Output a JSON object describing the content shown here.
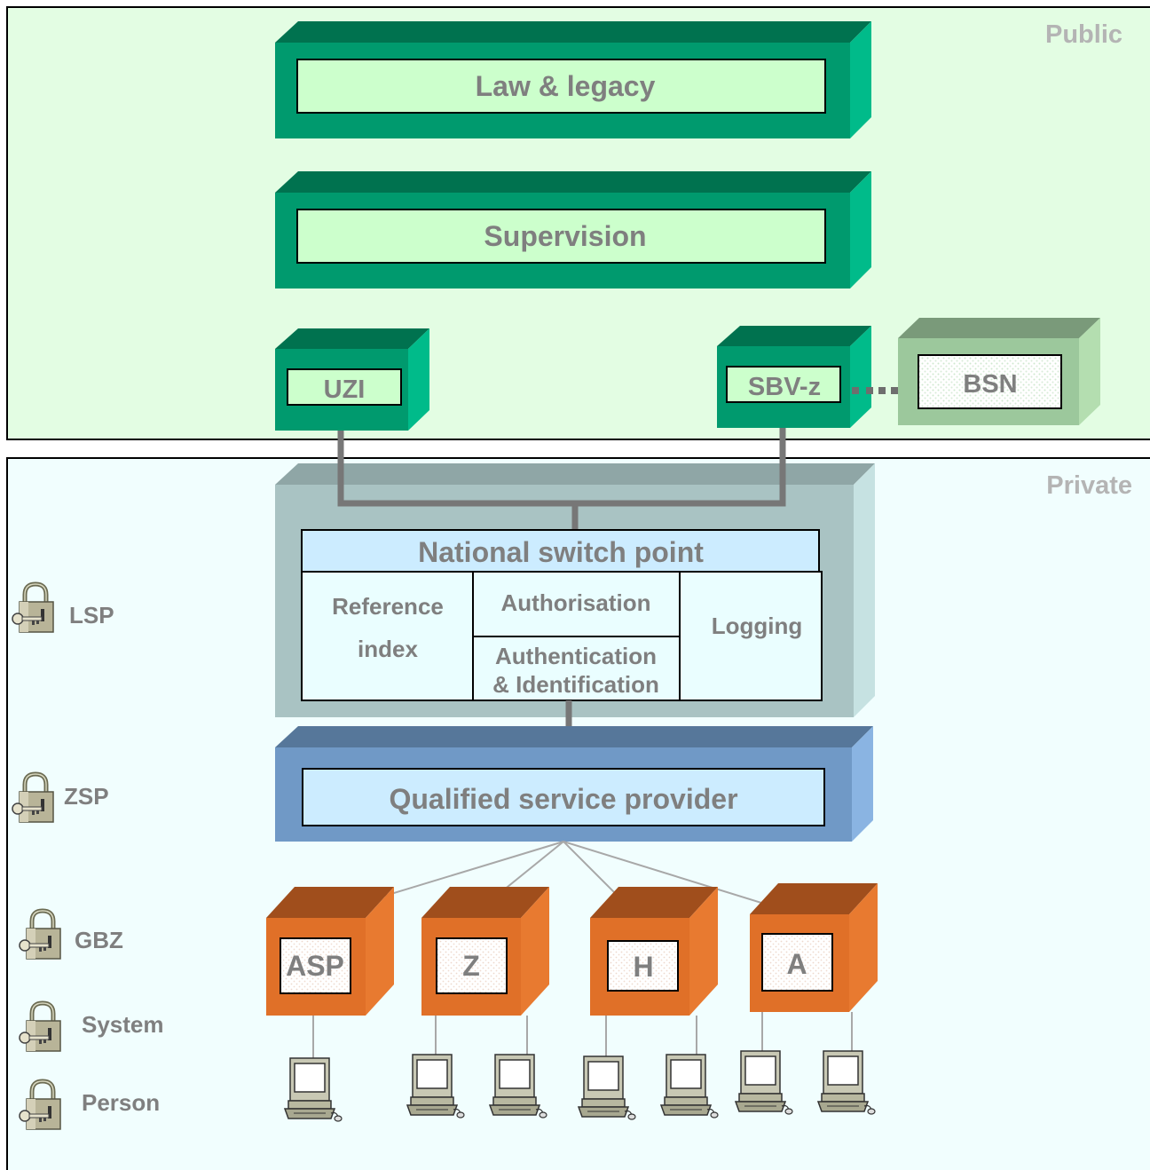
{
  "zones": {
    "public": "Public",
    "private": "Private"
  },
  "public_layer": {
    "law": "Law & legacy",
    "supervision": "Supervision",
    "uzi": "UZI",
    "sbvz": "SBV-z",
    "bsn": "BSN"
  },
  "switch_point": {
    "title": "National switch point",
    "reference_line1": "Reference",
    "reference_line2": "index",
    "authorisation": "Authorisation",
    "authentication_line1": "Authentication",
    "authentication_line2": "& Identification",
    "logging": "Logging"
  },
  "provider": {
    "label": "Qualified service provider"
  },
  "parties": [
    {
      "label": "ASP"
    },
    {
      "label": "Z"
    },
    {
      "label": "H"
    },
    {
      "label": "A"
    }
  ],
  "security_levels": [
    {
      "label": "LSP"
    },
    {
      "label": "ZSP"
    },
    {
      "label": "GBZ"
    },
    {
      "label": "System"
    },
    {
      "label": "Person"
    }
  ],
  "icons": {
    "lock": "padlock-with-key-icon",
    "workstation": "computer-terminal-icon"
  },
  "colors": {
    "public_bg": "#e3fde3",
    "private_bg": "#f1fefe",
    "dark_green": "#007a55",
    "green_face": "#00a078",
    "label_green": "#ccffcc",
    "bsn_green": "#9cc89c",
    "grey_box": "#a8c2c2",
    "blue_box": "#7099c6",
    "orange_box": "#e07028",
    "label_text": "#7f7f7f"
  }
}
